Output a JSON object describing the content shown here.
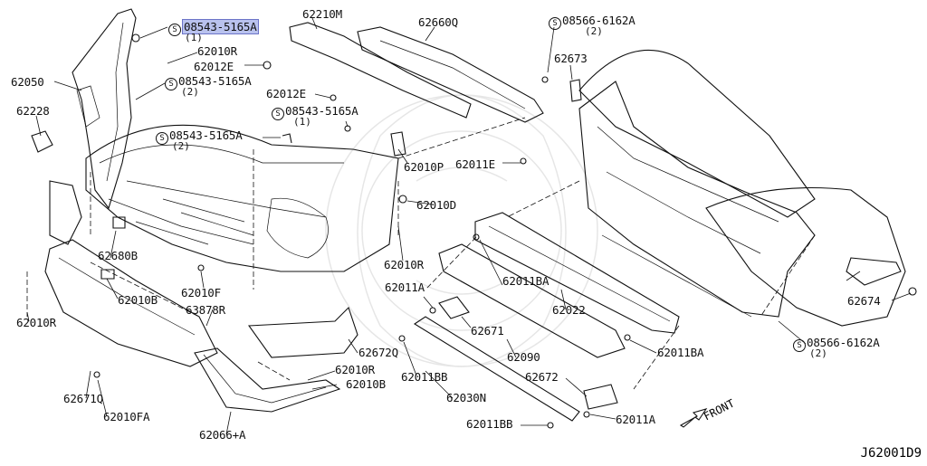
{
  "diagram": {
    "code": "J62001D9",
    "front_label": "FRONT",
    "callouts": [
      {
        "id": "c1",
        "part": "08543-5165A",
        "qty": "(1)",
        "bolt": true,
        "selected": true
      },
      {
        "id": "c2",
        "part": "62010R"
      },
      {
        "id": "c3",
        "part": "62012E"
      },
      {
        "id": "c4",
        "part": "08543-5165A",
        "qty": "(2)",
        "bolt": true
      },
      {
        "id": "c5",
        "part": "62050"
      },
      {
        "id": "c6",
        "part": "62228"
      },
      {
        "id": "c7",
        "part": "08543-5165A",
        "qty": "(2)",
        "bolt": true
      },
      {
        "id": "c8",
        "part": "62210M"
      },
      {
        "id": "c9",
        "part": "62660Q"
      },
      {
        "id": "c10",
        "part": "62012E"
      },
      {
        "id": "c11",
        "part": "08543-5165A",
        "qty": "(1)",
        "bolt": true
      },
      {
        "id": "c12",
        "part": "62010P"
      },
      {
        "id": "c13",
        "part": "62011E"
      },
      {
        "id": "c14",
        "part": "62010D"
      },
      {
        "id": "c15",
        "part": "62010R"
      },
      {
        "id": "c16",
        "part": "08566-6162A",
        "qty": "(2)",
        "bolt": true
      },
      {
        "id": "c17",
        "part": "62673"
      },
      {
        "id": "c18",
        "part": "62680B"
      },
      {
        "id": "c19",
        "part": "62010B"
      },
      {
        "id": "c20",
        "part": "62010F"
      },
      {
        "id": "c21",
        "part": "62010R"
      },
      {
        "id": "c22",
        "part": "63878R"
      },
      {
        "id": "c23",
        "part": "62011A"
      },
      {
        "id": "c24",
        "part": "62011BA"
      },
      {
        "id": "c25",
        "part": "62022"
      },
      {
        "id": "c26",
        "part": "62671"
      },
      {
        "id": "c27",
        "part": "62090"
      },
      {
        "id": "c28",
        "part": "62672Q"
      },
      {
        "id": "c29",
        "part": "62010R"
      },
      {
        "id": "c30",
        "part": "62010B"
      },
      {
        "id": "c31",
        "part": "62011BB"
      },
      {
        "id": "c32",
        "part": "62030N"
      },
      {
        "id": "c33",
        "part": "62672"
      },
      {
        "id": "c34",
        "part": "62011BA"
      },
      {
        "id": "c35",
        "part": "62674"
      },
      {
        "id": "c36",
        "part": "08566-6162A",
        "qty": "(2)",
        "bolt": true
      },
      {
        "id": "c37",
        "part": "62671Q"
      },
      {
        "id": "c38",
        "part": "62010FA"
      },
      {
        "id": "c39",
        "part": "62066+A"
      },
      {
        "id": "c40",
        "part": "62011BB"
      },
      {
        "id": "c41",
        "part": "62011A"
      }
    ]
  }
}
